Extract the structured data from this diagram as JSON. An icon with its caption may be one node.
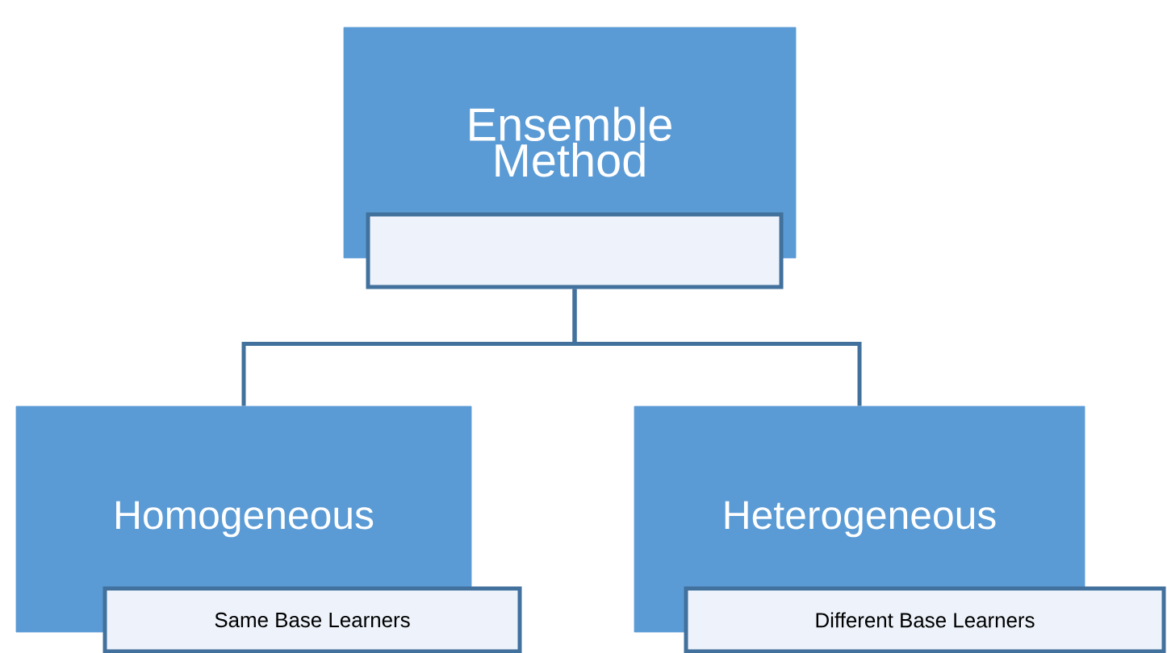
{
  "diagram": {
    "nodes": [
      {
        "text": [
          "Ensemble Method"
        ]
      },
      {
        "text": [],
        "shape": "box"
      },
      {
        "text": [
          "Homogeneous"
        ]
      },
      {
        "text": [
          "Same Base Learners"
        ]
      },
      {
        "text": [
          "Heterogeneous"
        ]
      },
      {
        "text": [
          "Different Base Learners"
        ]
      }
    ],
    "edges": [
      {
        "from": 1,
        "to": 2,
        "arrow": "none"
      },
      {
        "from": 1,
        "to": 4,
        "arrow": "none"
      }
    ]
  }
}
